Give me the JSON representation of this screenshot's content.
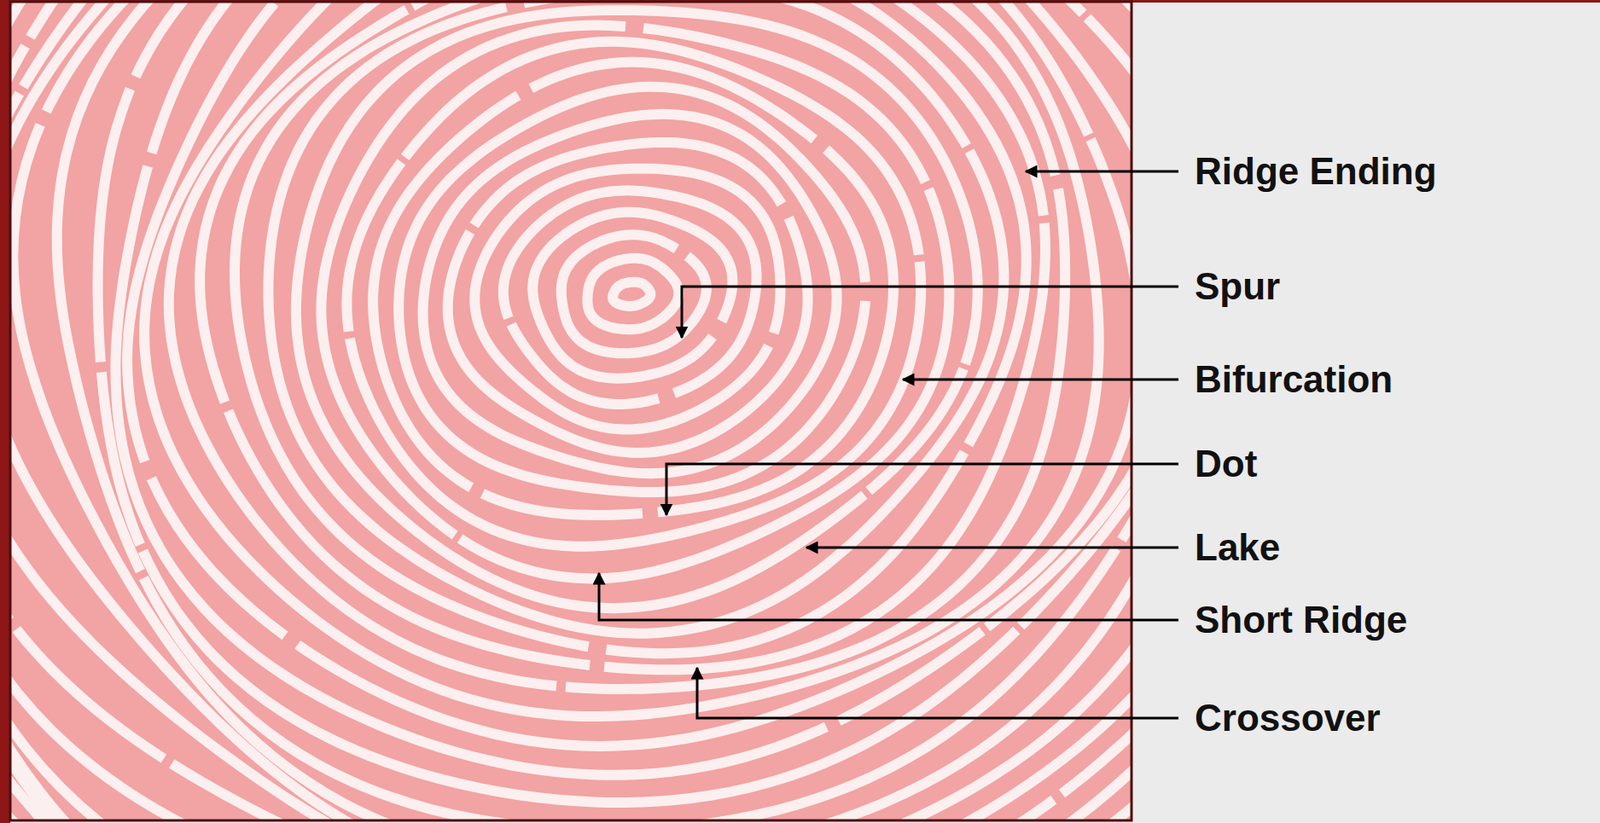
{
  "diagram": {
    "labels": [
      "Ridge Ending",
      "Spur",
      "Bifurcation",
      "Dot",
      "Lake",
      "Short Ridge",
      "Crossover"
    ]
  }
}
